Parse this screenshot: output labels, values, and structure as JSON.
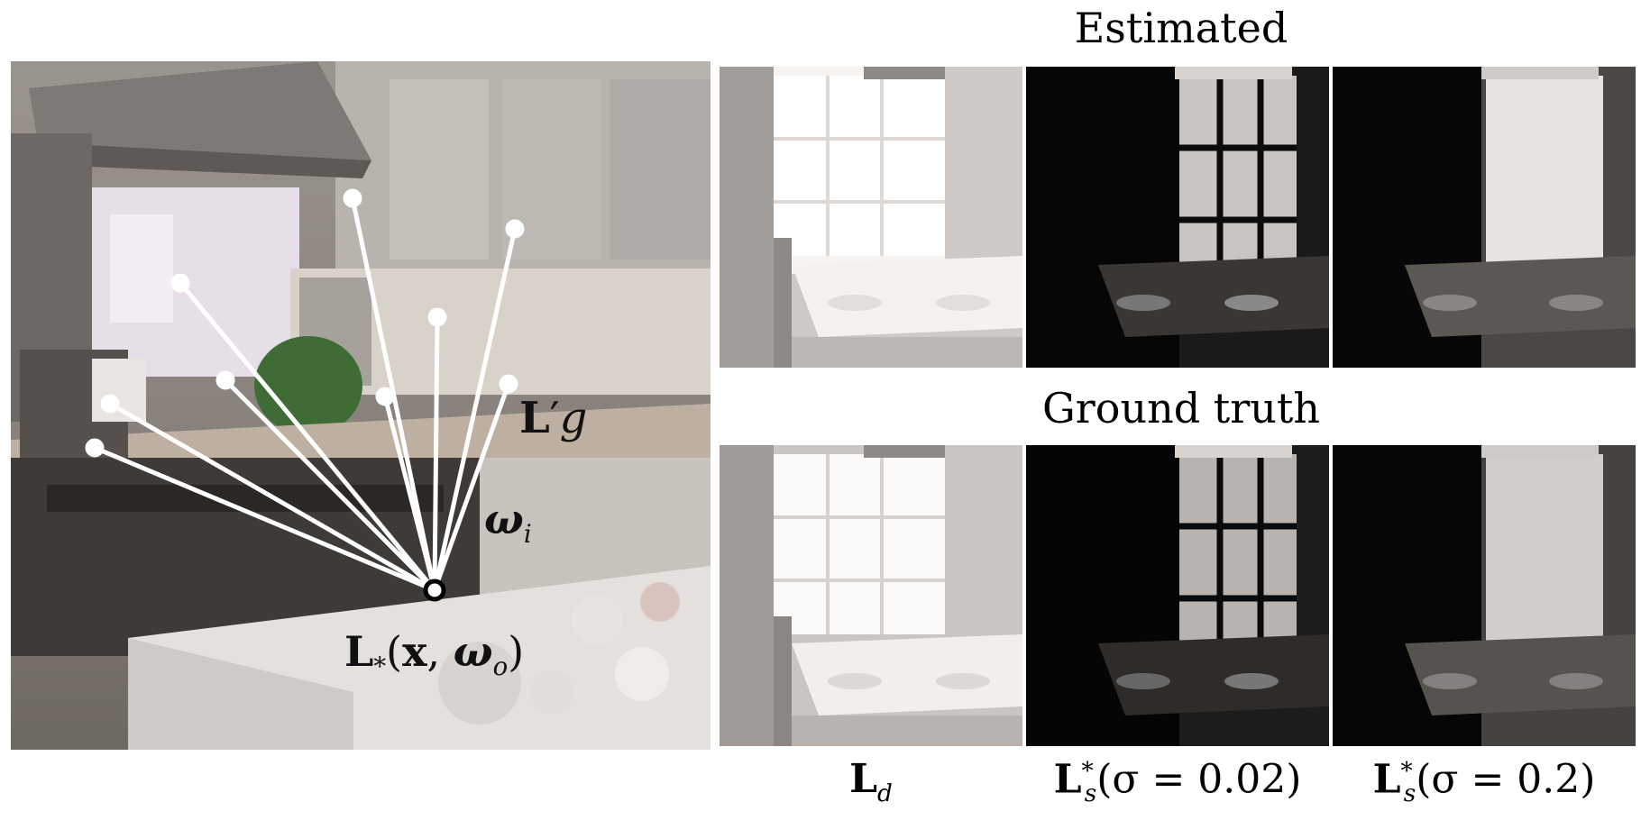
{
  "figure": {
    "row_titles": {
      "estimated": "Estimated",
      "ground_truth": "Ground truth"
    },
    "left_panel": {
      "label_Lg": {
        "L": "L",
        "prime": "′",
        "g": "g"
      },
      "label_omega_i": {
        "omega": "ω",
        "sub": "i"
      },
      "label_Lstar": {
        "L": "L",
        "sub": "*",
        "open": "(",
        "x": "x",
        "comma": ", ",
        "omega": "ω",
        "omega_sub": "o",
        "close": ")"
      }
    },
    "columns": [
      {
        "main": "L",
        "sub": "d",
        "sup": "",
        "rest": ""
      },
      {
        "main": "L",
        "sub": "s",
        "sup": "*",
        "rest": "(σ = 0.02)"
      },
      {
        "main": "L",
        "sub": "s",
        "sup": "*",
        "rest": "(σ = 0.2)"
      }
    ]
  }
}
